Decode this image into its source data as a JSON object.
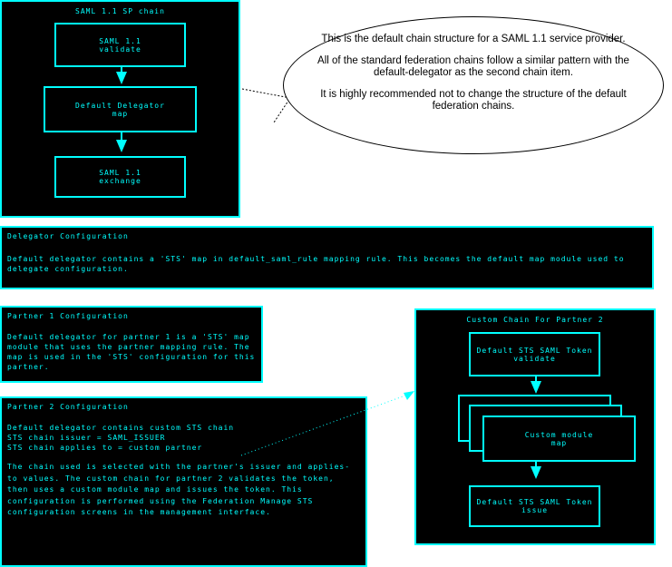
{
  "chain_panel": {
    "title": "SAML 1.1 SP chain",
    "boxes": [
      {
        "line1": "SAML 1.1",
        "line2": "validate"
      },
      {
        "line1": "Default Delegator",
        "line2": "map"
      },
      {
        "line1": "SAML 1.1",
        "line2": "exchange"
      }
    ]
  },
  "callout": {
    "p1": "This is the default chain structure  for a SAML 1.1 service provider.",
    "p2": "All of the standard federation chains follow a similar pattern with the default-delegator as the second chain item.",
    "p3": "It is highly recommended not to change the structure of the default federation chains."
  },
  "delegator_config": {
    "title": "Delegator Configuration",
    "body": "Default delegator contains a 'STS' map in default_saml_rule mapping rule. This becomes the default map module used to delegate configuration."
  },
  "partner1_config": {
    "title": "Partner 1 Configuration",
    "body": "Default delegator for partner 1 is a 'STS' map module that uses the partner mapping rule. The map is used in the 'STS' configuration for this partner."
  },
  "partner2_config": {
    "title": "Partner 2 Configuration",
    "body1": "Default delegator contains custom STS chain",
    "body2": "STS chain issuer = SAML_ISSUER",
    "body3": "STS chain applies to = custom partner",
    "body4": "The chain used is selected with the partner's issuer and applies-to values. The custom chain for partner 2 validates the token, then uses a custom module map and issues the token. This configuration is performed using the Federation Manage STS configuration screens in the management interface."
  },
  "custom_chain": {
    "title": "Custom Chain For Partner 2",
    "boxes": [
      {
        "line1": "Default STS SAML Token",
        "line2": "validate"
      },
      {
        "line1": "Custom module",
        "line2": "map"
      },
      {
        "line1": "Default STS SAML Token",
        "line2": "issue"
      }
    ]
  }
}
